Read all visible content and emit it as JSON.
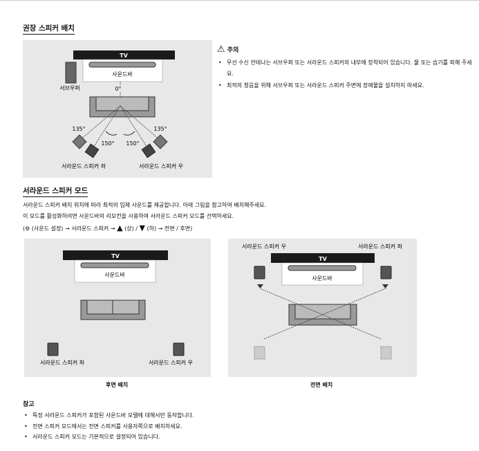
{
  "section1": {
    "title": "권장 스피커 배치",
    "diagram": {
      "tv": "TV",
      "soundbar": "사운드바",
      "subwoofer": "서브우퍼",
      "angle_front": "0°",
      "angle_left_outer": "135°",
      "angle_left_inner": "150°",
      "angle_right_inner": "150°",
      "angle_right_outer": "135°",
      "surround_left": "서라운드 스피커 좌",
      "surround_right": "서라운드 스피커 우"
    },
    "caution": {
      "title": "주의",
      "items": [
        "무선 수신 안테나는 서브우퍼 또는 서라운드 스피커의 내부에 장착되어 있습니다. 물 또는 습기를 피해 주세요.",
        "최적의 청음을 위해 서브우퍼 또는 서라운드 스피커 주변에 장애물을 설치하지 마세요."
      ]
    }
  },
  "section2": {
    "title": "서라운드 스피커 모드",
    "lines": [
      "서라운드 스피커 배치 위치에 따라 최적의 입체 사운드를 제공합니다. 아래 그림을 참고하여 배치해주세요.",
      "이 모드를 활성화하려면 사운드바의 리모컨을 사용하여 서라운드 스피커 모드를 선택하세요."
    ],
    "path": {
      "settings": "(사운드 설정)",
      "arrow1": "→ 서라운드 스피커 →",
      "up": "(상) /",
      "down": "(하) → 전면 / 후면)"
    },
    "rear": {
      "tv": "TV",
      "soundbar": "사운드바",
      "left": "서라운드 스피커 좌",
      "right": "서라운드 스피커 우",
      "caption": "후면 배치"
    },
    "front": {
      "tv": "TV",
      "soundbar": "사운드바",
      "left": "서라운드 스피커 우",
      "right": "서라운드 스피커 좌",
      "caption": "전면 배치"
    }
  },
  "notes": {
    "title": "참고",
    "items": [
      "특정 서라운드 스피커가 포함된 사운드바 모델에 대해서만 동작합니다.",
      "전면 스피커 모드에서는 전면 스피커를 사용자쪽으로 배치하세요.",
      "서라운드 스피커 모드는 기본적으로 설정되어 있습니다."
    ]
  }
}
